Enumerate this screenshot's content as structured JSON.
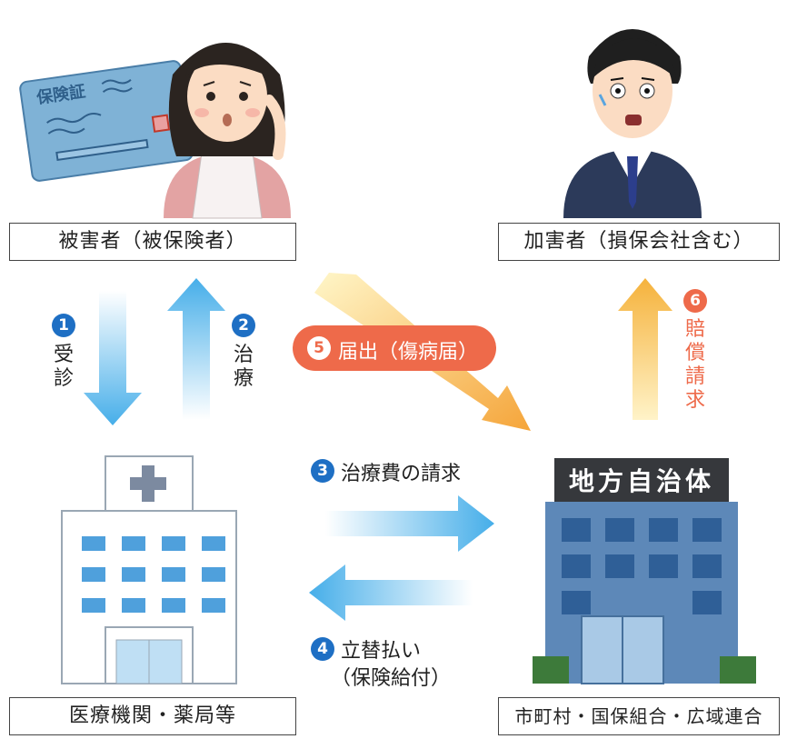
{
  "nodes": {
    "victim": "被害者（被保険者）",
    "perpetrator": "加害者（損保会社含む）",
    "hospital": "医療機関・薬局等",
    "municipality": "市町村・国保組合・広域連合"
  },
  "card": {
    "title": "保険証"
  },
  "building_sign": "地方自治体",
  "steps": {
    "s1": {
      "num": "1",
      "label": "受診"
    },
    "s2": {
      "num": "2",
      "label": "治療"
    },
    "s3": {
      "num": "3",
      "label": "治療費の請求"
    },
    "s4": {
      "num": "4",
      "label_line1": "立替払い",
      "label_line2": "（保険給付）"
    },
    "s5": {
      "num": "5",
      "label": "届出（傷病届）"
    },
    "s6": {
      "num": "6",
      "label": "賠償請求"
    }
  },
  "colors": {
    "blue_arrow": "#3aa2e6",
    "orange_arrow": "#f5b23c",
    "step_blue": "#1e6fc4",
    "step_orange": "#ee6a4a",
    "pill": "#ee6a4a"
  }
}
